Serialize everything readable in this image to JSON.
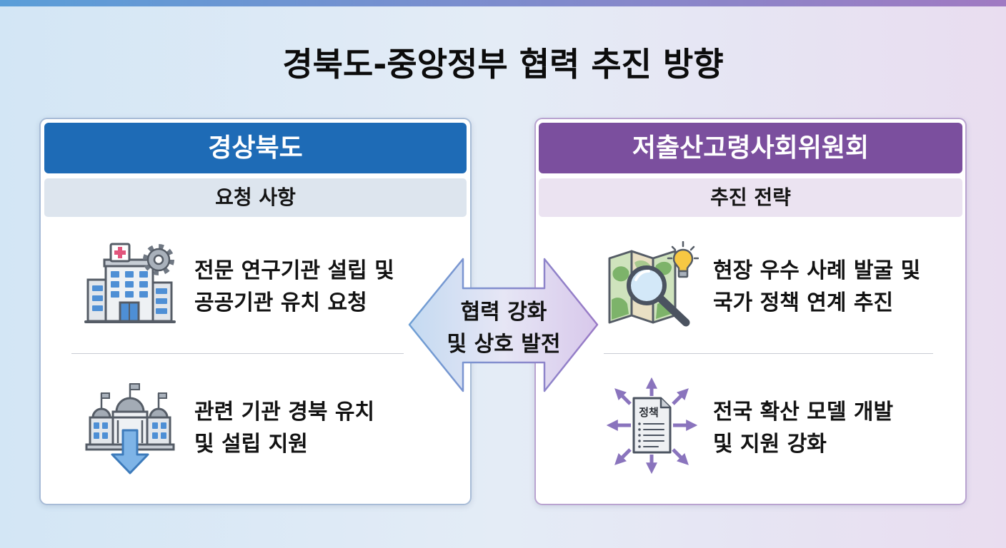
{
  "title": "경북도-중앙정부 협력 추진 방향",
  "colors": {
    "bg_left": "#d3e6f5",
    "bg_mid": "#e4ecf6",
    "bg_right": "#e9ddf0",
    "stripe_left": "#5a9ed8",
    "stripe_right": "#a07ac2",
    "left_accent": "#1e6bb6",
    "left_sub_bg": "#dde5ee",
    "left_border": "#a8bcd7",
    "right_accent": "#7b4f9e",
    "right_sub_bg": "#ebe3f1",
    "right_border": "#b9a3d0"
  },
  "left_panel": {
    "header": "경상북도",
    "subheader": "요청 사항",
    "items": [
      {
        "icon": "hospital-gear-icon",
        "lines": [
          "전문 연구기관 설립 및",
          "공공기관 유치 요청"
        ]
      },
      {
        "icon": "government-building-down-arrow-icon",
        "lines": [
          "관련 기관 경북 유치",
          "및 설립 지원"
        ]
      }
    ]
  },
  "center_arrow": {
    "icon": "double-headed-arrow-icon",
    "lines": [
      "협력 강화",
      "및 상호 발전"
    ]
  },
  "right_panel": {
    "header": "저출산고령사회위원회",
    "subheader": "추진 전략",
    "items": [
      {
        "icon": "map-magnifier-lightbulb-icon",
        "lines": [
          "현장 우수 사례 발굴 및",
          "국가 정책 연계 추진"
        ]
      },
      {
        "icon": "policy-document-spread-icon",
        "icon_label": "정책",
        "lines": [
          "전국 확산 모델 개발",
          "및 지원 강화"
        ]
      }
    ]
  }
}
